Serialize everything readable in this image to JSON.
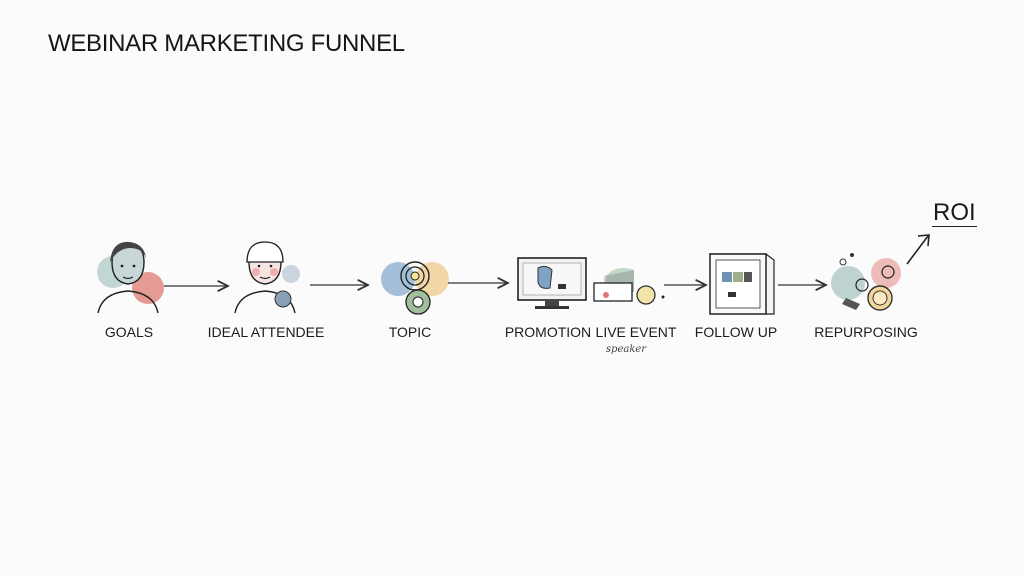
{
  "title": "WEBINAR MARKETING FUNNEL",
  "stages": [
    {
      "label": "GOALS",
      "icon": "person-icon"
    },
    {
      "label": "IDEAL ATTENDEE",
      "icon": "person-cap-icon"
    },
    {
      "label": "TOPIC",
      "icon": "target-circles-icon"
    },
    {
      "label": "PROMOTION",
      "icon": "monitor-icon"
    },
    {
      "label": "LIVE EVENT",
      "sublabel": "speaker",
      "icon": "presentation-icon"
    },
    {
      "label": "FOLLOW UP",
      "icon": "cabinet-icon"
    },
    {
      "label": "REPURPOSING",
      "icon": "collage-icon"
    }
  ],
  "outcome": {
    "label": "ROI",
    "icon": "arrow-up-right-icon"
  },
  "colors": {
    "red": "#e08a80",
    "teal": "#a9c6c3",
    "blue": "#8fb0d0",
    "yellow": "#f0cf95",
    "green": "#b9cfb2",
    "line": "#333333"
  }
}
